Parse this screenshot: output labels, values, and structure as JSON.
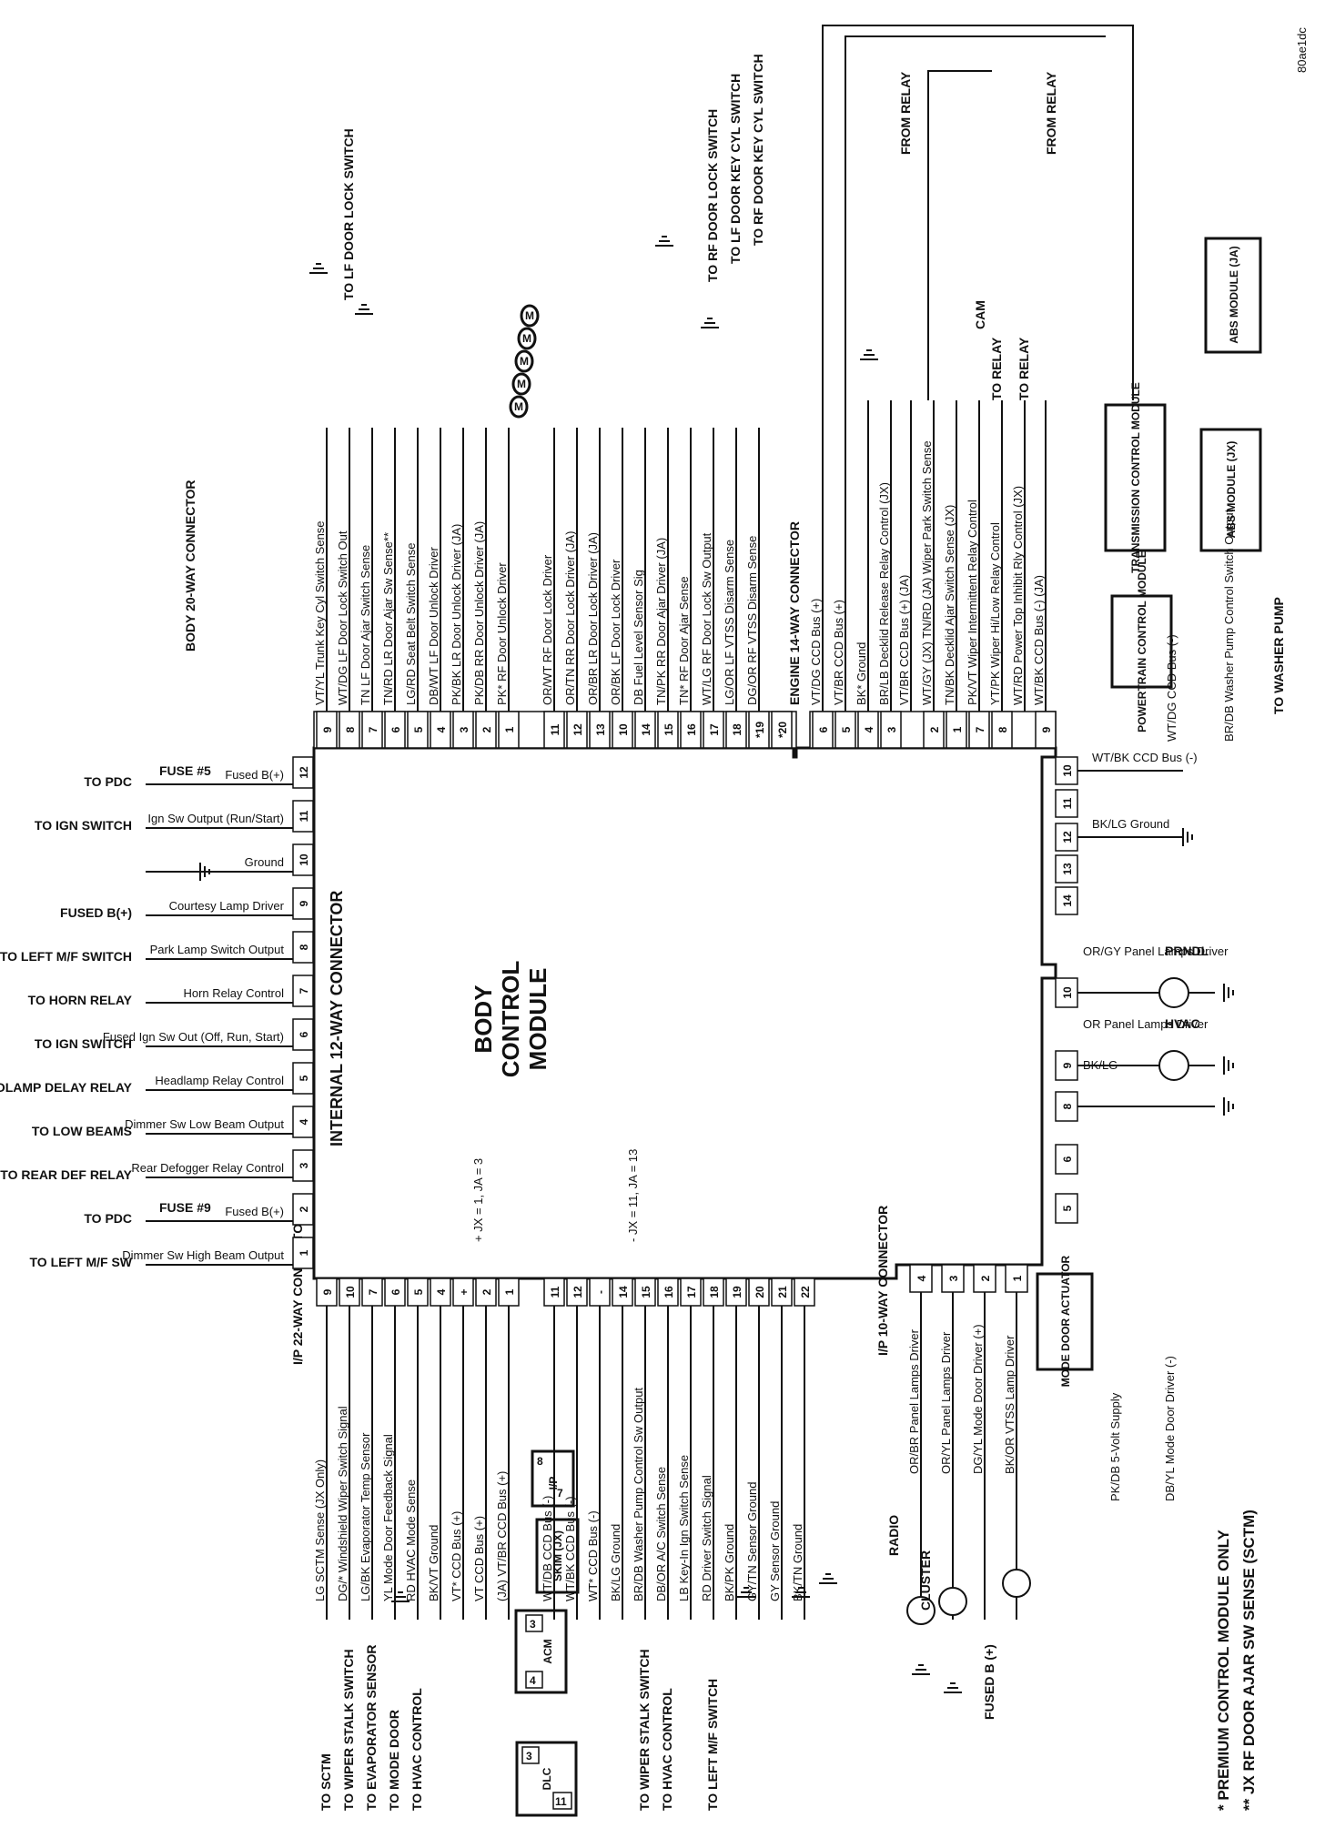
{
  "diagram": {
    "id_code": "80ae1dc",
    "module_title": [
      "BODY",
      "CONTROL",
      "MODULE"
    ],
    "footnotes": [
      "* PREMIUM CONTROL MODULE ONLY",
      "** JX RF DOOR AJAR SW SENSE (SCTM)"
    ],
    "connectors": {
      "body20": "BODY 20-WAY CONNECTOR",
      "engine14": "ENGINE 14-WAY CONNECTOR",
      "internal12": "INTERNAL 12-WAY CONNECTOR",
      "ip22": "I/P 22-WAY CONNECTOR",
      "ip10": "I/P 10-WAY CONNECTOR"
    },
    "jx_ja_notes": {
      "plus": "+ JX = 1, JA = 3",
      "minus": "- JX = 11, JA = 13"
    },
    "body20_pins": [
      {
        "pin": "9",
        "label": "VT/YL  Trunk Key Cyl Switch Sense",
        "dest": ""
      },
      {
        "pin": "8",
        "label": "WT/DG  LF Door Lock Switch Out",
        "dest": "TO LF DOOR LOCK SWITCH"
      },
      {
        "pin": "7",
        "label": "TN  LF Door Ajar Switch Sense",
        "dest": ""
      },
      {
        "pin": "6",
        "label": "TN/RD  LR Door Ajar Sw Sense**",
        "dest": ""
      },
      {
        "pin": "5",
        "label": "LG/RD  Seat Belt Switch Sense",
        "dest": ""
      },
      {
        "pin": "4",
        "label": "DB/WT  LF Door Unlock Driver",
        "dest": ""
      },
      {
        "pin": "3",
        "label": "PK/BK  LR Door Unlock Driver (JA)",
        "dest": ""
      },
      {
        "pin": "2",
        "label": "PK/DB  RR Door Unlock Driver (JA)",
        "dest": ""
      },
      {
        "pin": "1",
        "label": "PK*  RF Door Unlock Driver",
        "dest": ""
      },
      {
        "pin": "11",
        "label": "OR/WT  RF Door Lock Driver",
        "dest": ""
      },
      {
        "pin": "12",
        "label": "OR/TN  RR Door Lock Driver (JA)",
        "dest": ""
      },
      {
        "pin": "13",
        "label": "OR/BR  LR Door Lock Driver (JA)",
        "dest": ""
      },
      {
        "pin": "10",
        "label": "OR/BK  LF Door Lock Driver",
        "dest": ""
      },
      {
        "pin": "14",
        "label": "DB  Fuel Level Sensor Sig",
        "dest": ""
      },
      {
        "pin": "15",
        "label": "TN/PK  RR Door Ajar Driver (JA)",
        "dest": ""
      },
      {
        "pin": "16",
        "label": "TN*  RF Door Ajar Sense",
        "dest": ""
      },
      {
        "pin": "17",
        "label": "WT/LG  RF Door Lock Sw Output",
        "dest": "TO RF DOOR LOCK SWITCH"
      },
      {
        "pin": "18",
        "label": "LG/OR  LF VTSS Disarm Sense",
        "dest": "TO LF DOOR KEY CYL SWITCH"
      },
      {
        "pin": "*19",
        "label": "DG/OR  RF VTSS Disarm Sense",
        "dest": "TO RF DOOR KEY CYL SWITCH"
      },
      {
        "pin": "*20",
        "label": "",
        "dest": ""
      }
    ],
    "engine14_pins": [
      {
        "pin": "6",
        "label": "VT/DG  CCD Bus (+)"
      },
      {
        "pin": "5",
        "label": "VT/BR  CCD Bus (+)"
      },
      {
        "pin": "4",
        "label": "BK*  Ground"
      },
      {
        "pin": "3",
        "label": "BR/LB  Decklid Release Relay Control (JX)"
      },
      {
        "pin": "",
        "label": "VT/BR  CCD Bus (+) (JA)"
      },
      {
        "pin": "2",
        "label": "WT/GY (JX) TN/RD (JA)  Wiper Park Switch Sense"
      },
      {
        "pin": "1",
        "label": "TN/BK  Decklid Ajar Switch Sense (JX)"
      },
      {
        "pin": "7",
        "label": "PK/VT  Wiper Intermittent Relay Control"
      },
      {
        "pin": "8",
        "label": "YT/PK  Wiper Hi/Low Relay Control"
      },
      {
        "pin": "",
        "label": "WT/RD  Power Top Inhibit Rly Control (JX)"
      },
      {
        "pin": "9",
        "label": "WT/BK  CCD Bus (-) (JA)"
      }
    ],
    "right_pins_top": [
      {
        "pin": "10",
        "label": "WT/BK CCD Bus (-)"
      },
      {
        "pin": "11",
        "label": ""
      },
      {
        "pin": "12",
        "label": "BK/LG Ground"
      },
      {
        "pin": "13",
        "label": ""
      },
      {
        "pin": "14",
        "label": ""
      }
    ],
    "right_pins_bottom": [
      {
        "pin": "10",
        "label": "OR/GY Panel Lamps Driver",
        "dest": "PRNDL"
      },
      {
        "pin": "9",
        "label": "OR Panel Lamps Driver",
        "dest": "HVAC"
      },
      {
        "pin": "8",
        "label": "BK/LG",
        "dest": ""
      },
      {
        "pin": "6",
        "label": "",
        "dest": ""
      },
      {
        "pin": "5",
        "label": "",
        "dest": ""
      }
    ],
    "internal12_pins": [
      {
        "pin": "12",
        "label": "Fused B(+)",
        "dest": "TO PDC",
        "fuse": "FUSE #5"
      },
      {
        "pin": "11",
        "label": "Ign Sw Output (Run/Start)",
        "dest": "TO IGN SWITCH",
        "fuse": ""
      },
      {
        "pin": "10",
        "label": "Ground",
        "dest": "",
        "fuse": ""
      },
      {
        "pin": "9",
        "label": "Courtesy Lamp Driver",
        "dest": "FUSED B(+)",
        "fuse": ""
      },
      {
        "pin": "8",
        "label": "Park Lamp Switch Output",
        "dest": "TO LEFT M/F SWITCH",
        "fuse": ""
      },
      {
        "pin": "7",
        "label": "Horn Relay Control",
        "dest": "TO HORN RELAY",
        "fuse": ""
      },
      {
        "pin": "6",
        "label": "Fused Ign Sw Out (Off, Run, Start)",
        "dest": "TO IGN SWITCH",
        "fuse": ""
      },
      {
        "pin": "5",
        "label": "Headlamp Relay Control",
        "dest": "TO HEADLAMP DELAY RELAY",
        "fuse": ""
      },
      {
        "pin": "4",
        "label": "Dimmer Sw Low Beam Output",
        "dest": "TO LOW BEAMS",
        "fuse": ""
      },
      {
        "pin": "3",
        "label": "Rear Defogger Relay Control",
        "dest": "TO REAR DEF RELAY",
        "fuse": ""
      },
      {
        "pin": "2",
        "label": "Fused B(+)",
        "dest": "TO PDC",
        "fuse": "FUSE #9"
      },
      {
        "pin": "1",
        "label": "Dimmer Sw High Beam Output",
        "dest": "TO LEFT M/F SW",
        "fuse": ""
      }
    ],
    "ip22_pins": [
      {
        "pin": "9",
        "label": "LG  SCTM Sense (JX Only)",
        "dest": "TO SCTM"
      },
      {
        "pin": "10",
        "label": "DG/*  Windshield Wiper Switch Signal",
        "dest": "TO WIPER STALK SWITCH"
      },
      {
        "pin": "7",
        "label": "LG/BK  Evaporator Temp Sensor",
        "dest": "TO EVAPORATOR SENSOR"
      },
      {
        "pin": "6",
        "label": "YL  Mode Door Feedback Signal",
        "dest": "TO MODE DOOR"
      },
      {
        "pin": "5",
        "label": "RD  HVAC Mode Sense",
        "dest": "TO HVAC CONTROL"
      },
      {
        "pin": "4",
        "label": "BK/VT  Ground",
        "dest": ""
      },
      {
        "pin": "+",
        "label": "VT*  CCD Bus (+)",
        "dest": ""
      },
      {
        "pin": "2",
        "label": "VT  CCD Bus (+)",
        "dest": ""
      },
      {
        "pin": "1",
        "label": "(JA) VT/BR  CCD Bus (+)",
        "dest": ""
      },
      {
        "pin": "11",
        "label": "WT/DB  CCD Bus (-)",
        "dest": ""
      },
      {
        "pin": "12",
        "label": "WT/BK  CCD Bus (-)",
        "dest": ""
      },
      {
        "pin": "-",
        "label": "WT*  CCD Bus (-)",
        "dest": ""
      },
      {
        "pin": "14",
        "label": "BK/LG  Ground",
        "dest": ""
      },
      {
        "pin": "15",
        "label": "BR/DB  Washer Pump Control Sw Output",
        "dest": "TO WIPER STALK SWITCH"
      },
      {
        "pin": "16",
        "label": "DB/OR  A/C Switch Sense",
        "dest": "TO HVAC CONTROL"
      },
      {
        "pin": "17",
        "label": "LB  Key-In Ign Switch Sense",
        "dest": ""
      },
      {
        "pin": "18",
        "label": "RD  Driver Switch Signal",
        "dest": "TO LEFT M/F SWITCH"
      },
      {
        "pin": "19",
        "label": "BK/PK  Ground",
        "dest": ""
      },
      {
        "pin": "20",
        "label": "GY/TN  Sensor Ground",
        "dest": ""
      },
      {
        "pin": "21",
        "label": "GY  Sensor Ground",
        "dest": ""
      },
      {
        "pin": "22",
        "label": "BK/TN  Ground",
        "dest": ""
      }
    ],
    "ip10_pins": [
      {
        "pin": "4",
        "label": "OR/BR  Panel Lamps Driver",
        "dest": "RADIO"
      },
      {
        "pin": "3",
        "label": "OR/YL  Panel Lamps Driver",
        "dest": "CLUSTER"
      },
      {
        "pin": "2",
        "label": "DG/YL  Mode Door Driver (+)",
        "dest": ""
      },
      {
        "pin": "1",
        "label": "BK/OR  VTSS Lamp Driver",
        "dest": "FUSED B (+)"
      }
    ],
    "modules": {
      "abs_ja": "ABS MODULE (JA)",
      "abs_jx": "ABS MODULE (JX)",
      "tcm": "TRANSMISSION CONTROL MODULE",
      "pcm": "POWERTRAIN CONTROL MODULE",
      "mode_door": "MODE DOOR ACTUATOR",
      "acm": "ACM",
      "skim": "SKIM (JX)",
      "ip": "I/P",
      "dlc": "DLC"
    },
    "misc": {
      "from_relay": "FROM RELAY",
      "to_relay": "TO RELAY",
      "cam": "CAM",
      "to_washer_pump": "TO WASHER PUMP",
      "pcm_bus_label": "WT/DG  CCD Bus (-)",
      "washer_out": "BR/DB  Washer Pump Control Switch Output",
      "pk_db": "PK/DB  5-Volt Supply",
      "db_yl": "DB/YL  Mode Door Driver (-)",
      "acm_pins": [
        "3",
        "4"
      ],
      "dlc_pins": [
        "3",
        "11"
      ],
      "ip_pins": [
        "8",
        "7"
      ]
    }
  }
}
